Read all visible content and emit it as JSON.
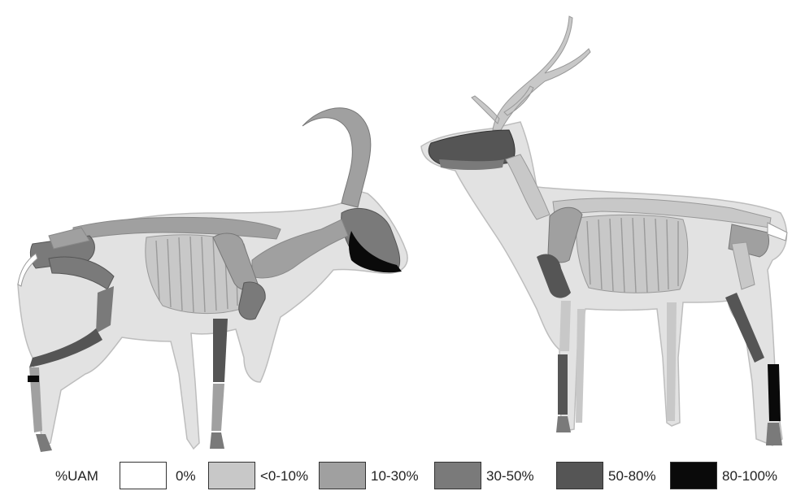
{
  "legend": {
    "title": "%UAM",
    "items": [
      {
        "label": "0%",
        "color": "#ffffff"
      },
      {
        "label": "<0-10%",
        "color": "#c8c8c8"
      },
      {
        "label": "10-30%",
        "color": "#a0a0a0"
      },
      {
        "label": "30-50%",
        "color": "#7a7a7a"
      },
      {
        "label": "50-80%",
        "color": "#555555"
      },
      {
        "label": "80-100%",
        "color": "#0a0a0a"
      }
    ]
  },
  "colors": {
    "silhouette": "#e2e2e2",
    "silhouette_stroke": "#bdbdbd",
    "bone_0": "#ffffff",
    "bone_1": "#c8c8c8",
    "bone_2": "#a0a0a0",
    "bone_3": "#7a7a7a",
    "bone_4": "#555555",
    "bone_5": "#0a0a0a"
  },
  "animals": [
    {
      "name": "ibex-skeleton"
    },
    {
      "name": "red-deer-skeleton"
    }
  ]
}
